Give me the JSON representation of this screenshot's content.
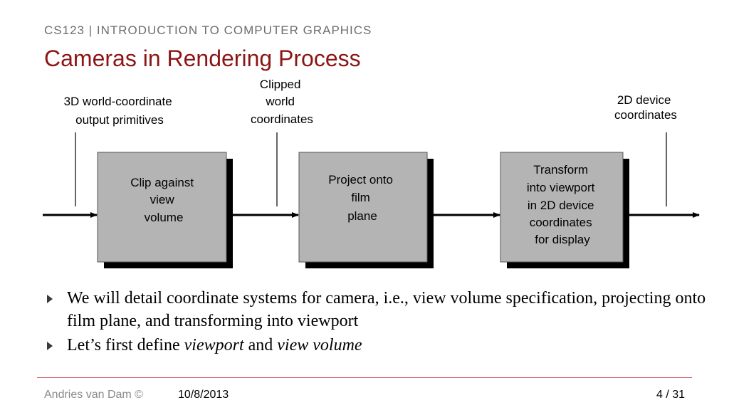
{
  "header": {
    "course": "CS123 | INTRODUCTION TO COMPUTER GRAPHICS",
    "title": "Cameras in Rendering Process"
  },
  "diagram": {
    "input_label": [
      "3D world-coordinate",
      "output primitives"
    ],
    "clipped_label": [
      "Clipped",
      "world",
      "coordinates"
    ],
    "output_label": [
      "2D device",
      "coordinates"
    ],
    "boxes": [
      {
        "lines": [
          "Clip against",
          "view",
          "volume"
        ]
      },
      {
        "lines": [
          "Project onto",
          "film",
          "plane"
        ]
      },
      {
        "lines": [
          "Transform",
          "into viewport",
          "in 2D device",
          "coordinates",
          "for display"
        ]
      }
    ],
    "colors": {
      "box_fill": "#b4b4b4",
      "shadow": "#000000"
    }
  },
  "bullets": [
    {
      "text": "We will detail coordinate systems  for camera, i.e., view volume specification, projecting onto film plane, and transforming into viewport"
    },
    {
      "prefix": "Let’s first define ",
      "em1": "viewport",
      "mid": " and ",
      "em2": "view volume"
    }
  ],
  "footer": {
    "author": "Andries van Dam ©",
    "date": "10/8/2013",
    "page": "4 / 31"
  },
  "colors": {
    "title": "#8c1515",
    "rule": "#c96060"
  }
}
